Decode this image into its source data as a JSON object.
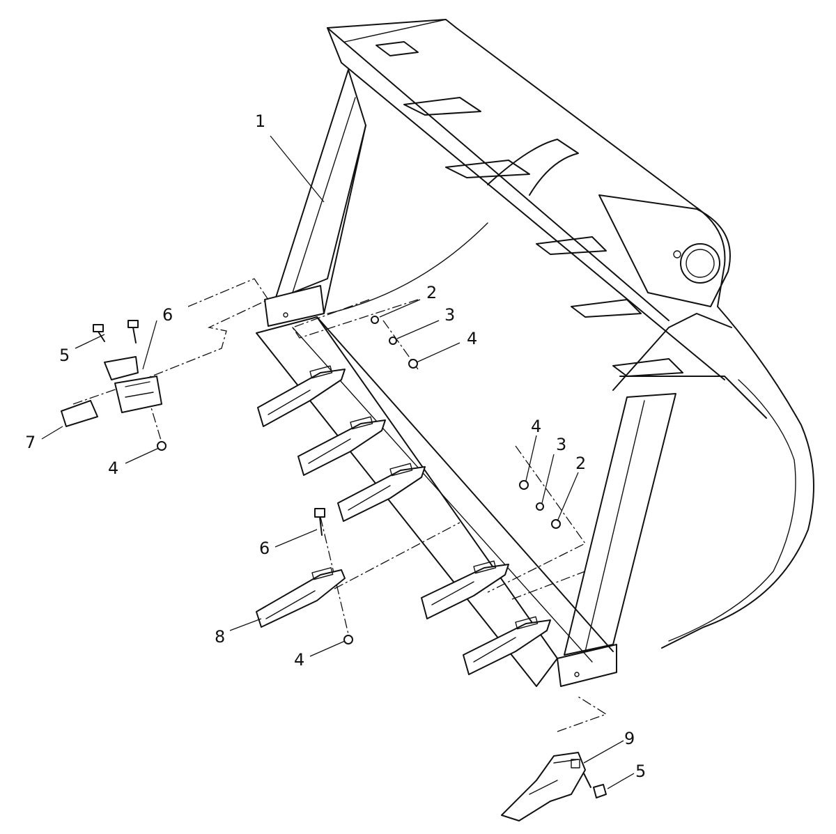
{
  "diagram": {
    "callouts": [
      {
        "id": "c1",
        "label": "1"
      },
      {
        "id": "c2a",
        "label": "2"
      },
      {
        "id": "c3a",
        "label": "3"
      },
      {
        "id": "c4a",
        "label": "4"
      },
      {
        "id": "c6a",
        "label": "6"
      },
      {
        "id": "c5a",
        "label": "5"
      },
      {
        "id": "c7",
        "label": "7"
      },
      {
        "id": "c4b",
        "label": "4"
      },
      {
        "id": "c4c",
        "label": "4"
      },
      {
        "id": "c3b",
        "label": "3"
      },
      {
        "id": "c2b",
        "label": "2"
      },
      {
        "id": "c6b",
        "label": "6"
      },
      {
        "id": "c8",
        "label": "8"
      },
      {
        "id": "c4d",
        "label": "4"
      },
      {
        "id": "c9",
        "label": "9"
      },
      {
        "id": "c5b",
        "label": "5"
      }
    ]
  }
}
